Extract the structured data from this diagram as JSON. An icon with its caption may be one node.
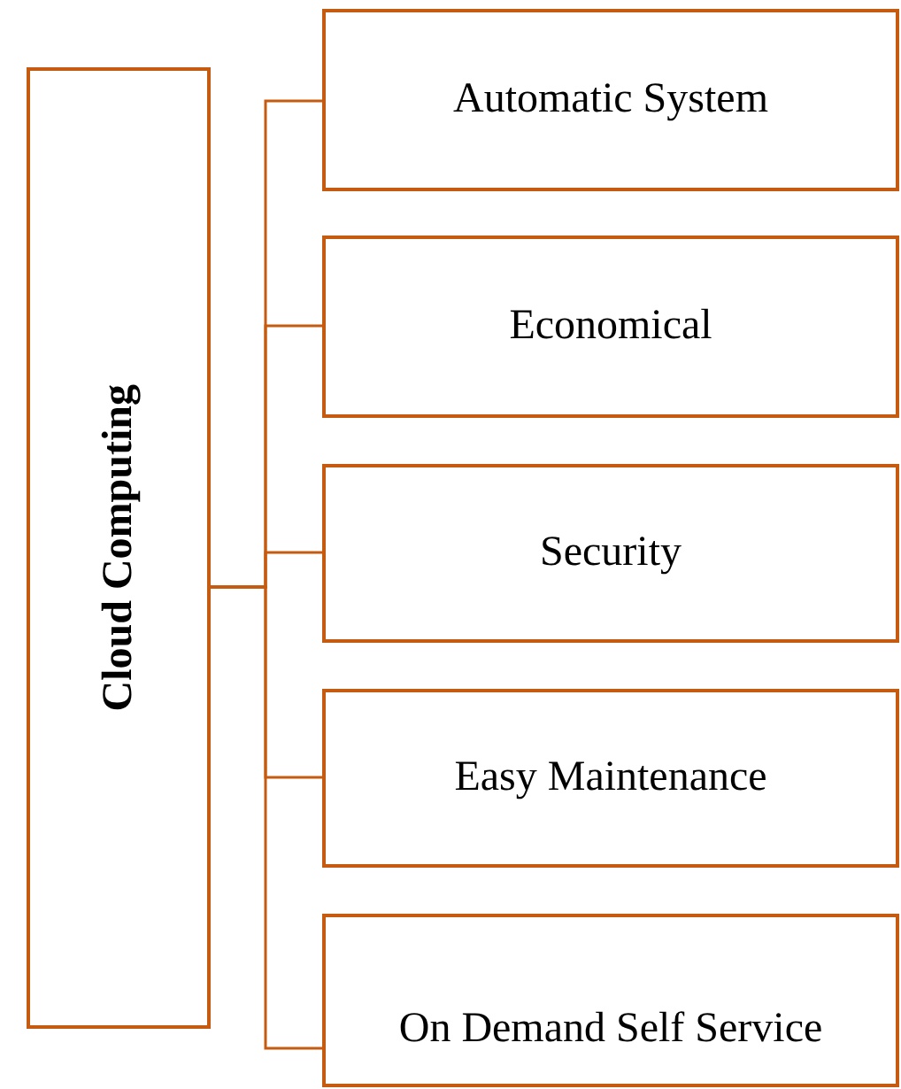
{
  "diagram": {
    "nodes": [
      {
        "text": [
          "Cloud Computing"
        ]
      },
      {
        "text": [
          "Automatic System"
        ]
      },
      {
        "text": [
          "Economical"
        ]
      },
      {
        "text": [
          "Security"
        ]
      },
      {
        "text": [
          "Easy Maintenance"
        ]
      },
      {
        "text": [
          "On Demand Self Service"
        ]
      }
    ],
    "edges": [
      {
        "from": 0,
        "to": 1,
        "arrow": "none"
      },
      {
        "from": 0,
        "to": 2,
        "arrow": "none"
      },
      {
        "from": 0,
        "to": 3,
        "arrow": "none"
      },
      {
        "from": 0,
        "to": 4,
        "arrow": "none"
      },
      {
        "from": 0,
        "to": 5,
        "arrow": "none"
      }
    ]
  }
}
